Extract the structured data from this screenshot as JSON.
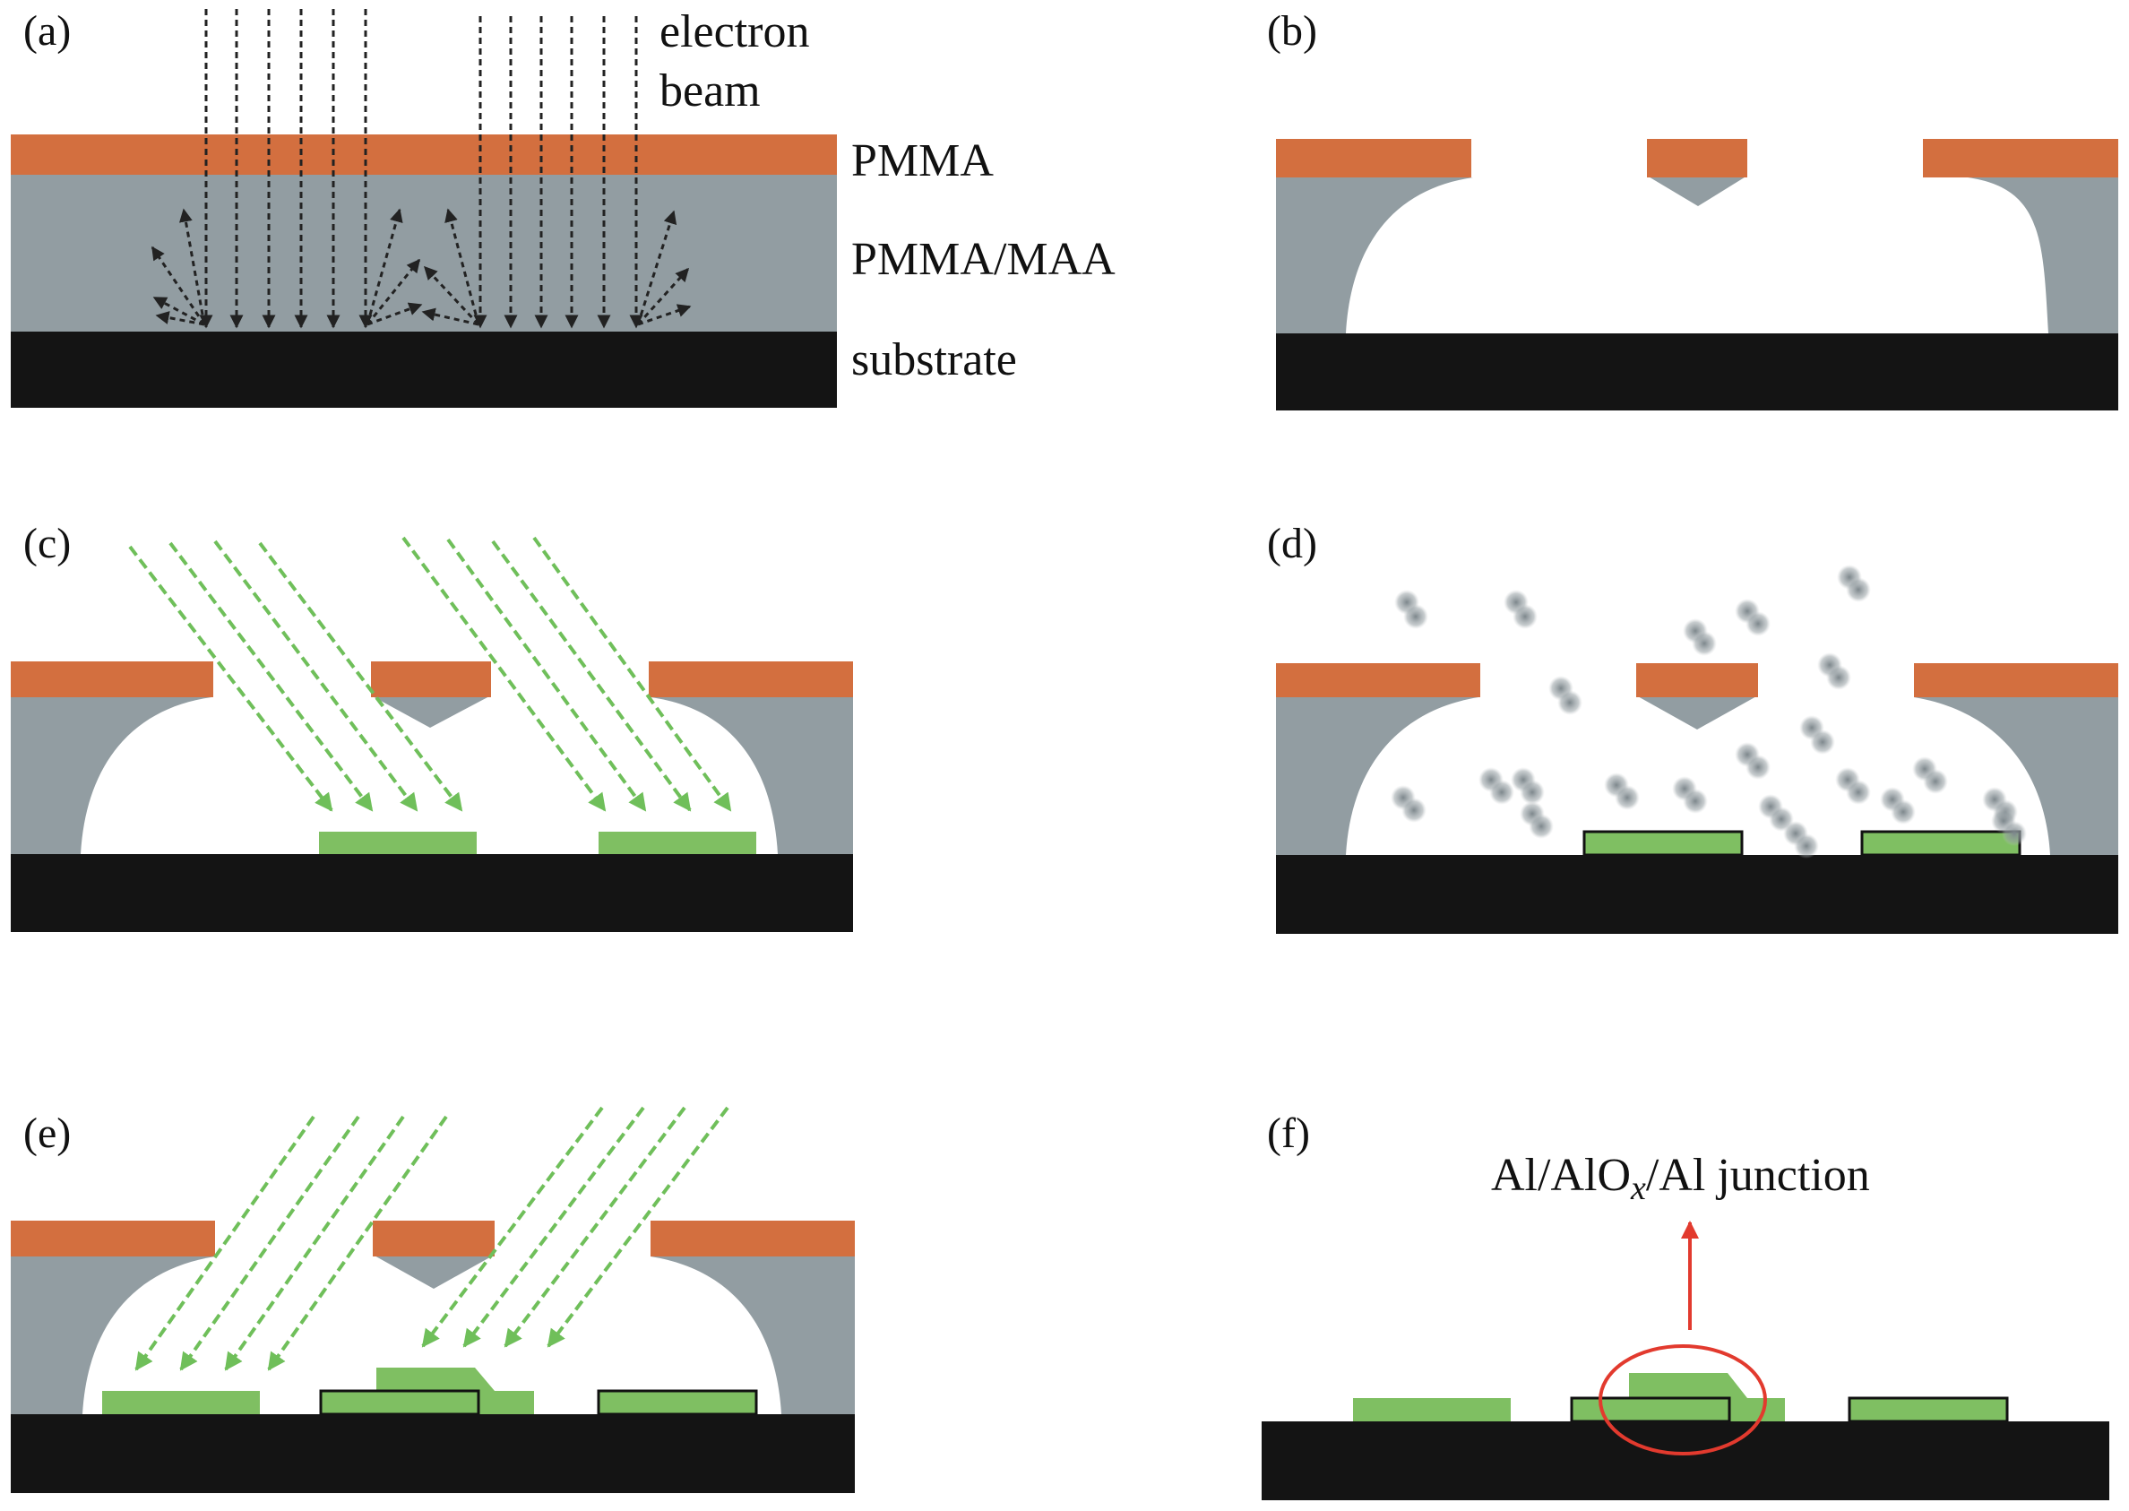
{
  "colors": {
    "pmma": "#d36f3f",
    "pmma_maa": "#929da2",
    "substrate": "#141414",
    "aluminum": "#7fbf62",
    "beam": "#222222",
    "evap": "#6fbf5a",
    "junction": "#e23a2e",
    "particle": "#8c9498"
  },
  "panels": {
    "a": {
      "label": "(a)"
    },
    "b": {
      "label": "(b)"
    },
    "c": {
      "label": "(c)"
    },
    "d": {
      "label": "(d)"
    },
    "e": {
      "label": "(e)"
    },
    "f": {
      "label": "(f)"
    }
  },
  "labels": {
    "electron_beam_line1": "electron",
    "electron_beam_line2": "beam",
    "pmma": "PMMA",
    "pmma_maa": "PMMA/MAA",
    "substrate": "substrate",
    "junction_prefix": "Al/AlO",
    "junction_sub": "x",
    "junction_suffix": "/Al junction"
  }
}
